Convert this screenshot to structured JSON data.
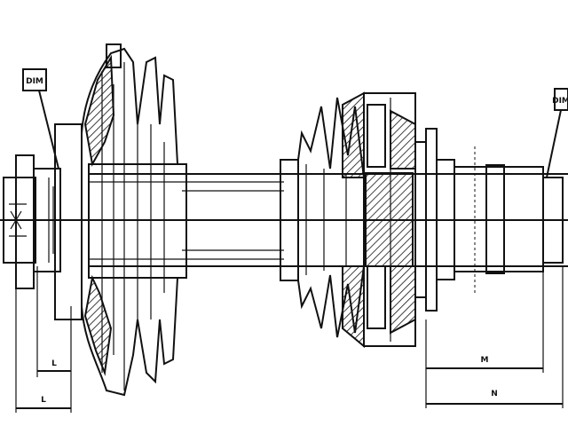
{
  "labels": {
    "tag_left": "DIM",
    "tag_right": "DIM",
    "dim_left_inner": "L",
    "dim_left_outer": "L",
    "dim_right_inner": "M",
    "dim_right_outer": "N"
  },
  "colors": {
    "line": "#111111",
    "background": "#ffffff"
  }
}
